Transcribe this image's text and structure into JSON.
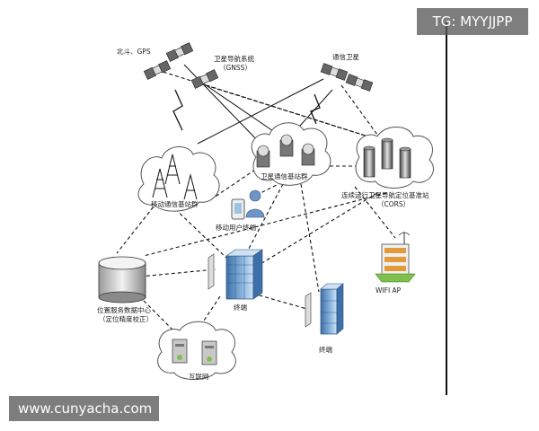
{
  "labels": {
    "beidou_gps": "北斗、GPS",
    "gnss": "卫星导航系统",
    "gnss_sub": "（GNSS）",
    "comm_sat": "通信卫星",
    "sat_base": "卫星通信基站群",
    "cors": "连续运行卫星导航定位基准站",
    "cors_sub": "（CORS）",
    "mobile_base": "移动通信基站群",
    "mobile_user": "移动用户终端",
    "data_center": "位置服务数据中心",
    "data_center_sub": "（定位精度校正）",
    "terminal1": "终端",
    "terminal2": "终端",
    "wifi": "WIFI AP",
    "internet": "互联网"
  },
  "watermarks": {
    "top_right": "TG: MYYJJPP",
    "bottom_left": "www.cunyacha.com"
  },
  "colors": {
    "line": "#111111",
    "cloud_stroke": "#555555",
    "building_blue": "#5b8fc9",
    "building_light": "#a9c8e8",
    "server_gray": "#c8c8c8",
    "wifi_orange": "#e39a3b",
    "wifi_green": "#7fbf4d"
  }
}
